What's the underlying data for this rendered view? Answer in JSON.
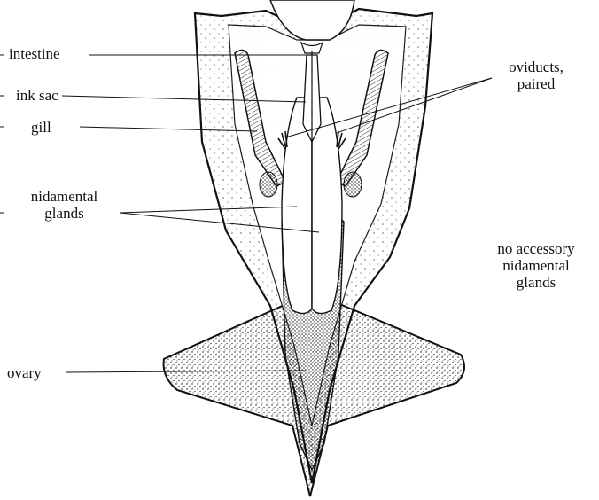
{
  "labels": {
    "intestine": "intestine",
    "ink_sac": "ink sac",
    "gill": "gill",
    "nidamental_line1": "nidamental",
    "nidamental_line2": "glands",
    "ovary": "ovary",
    "oviducts_line1": "oviducts,",
    "oviducts_line2": "paired",
    "no_accessory_line1": "no accessory",
    "no_accessory_line2": "nidamental",
    "no_accessory_line3": "glands"
  },
  "colors": {
    "ink": "#111111",
    "paper": "#ffffff"
  }
}
